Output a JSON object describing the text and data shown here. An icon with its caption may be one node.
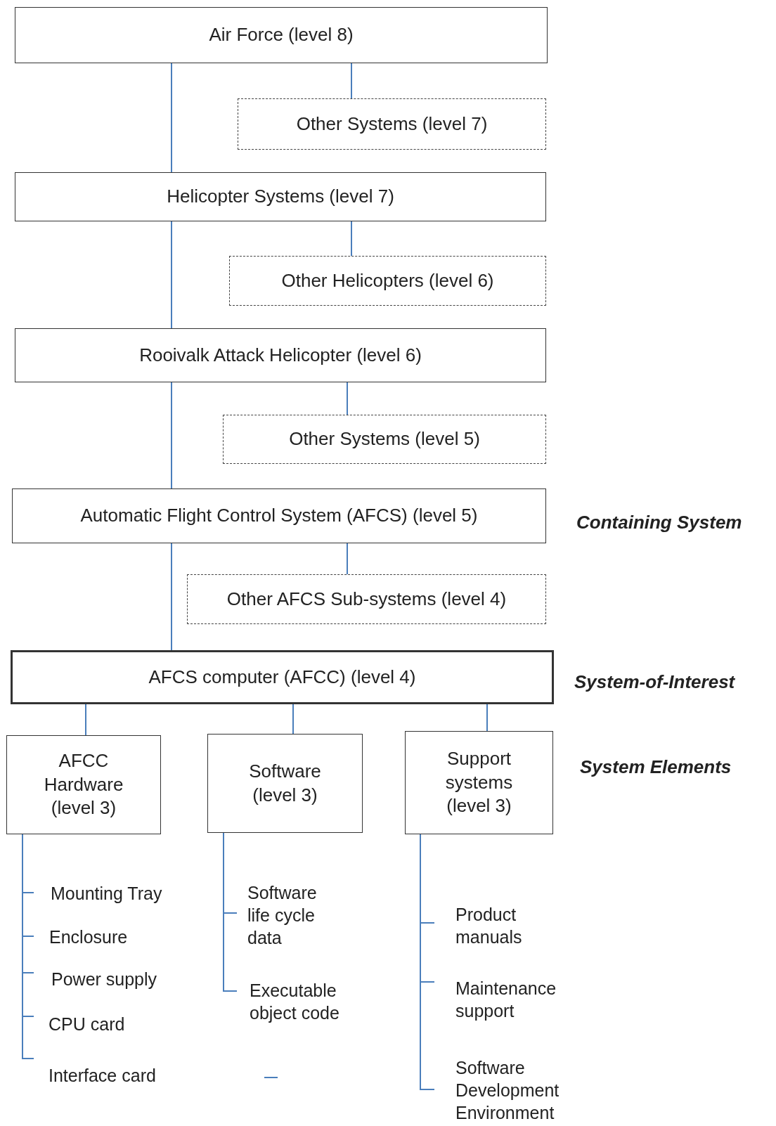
{
  "diagram": {
    "nodes": [
      {
        "text": [
          "Air Force (level 8)"
        ]
      },
      {
        "text": [
          "Other Systems (level 7)"
        ]
      },
      {
        "text": [
          "Helicopter Systems (level 7)"
        ]
      },
      {
        "text": [
          "Other Helicopters (level 6)"
        ]
      },
      {
        "text": [
          "Rooivalk Attack Helicopter (level 6)"
        ]
      },
      {
        "text": [
          "Other Systems (level 5)"
        ]
      },
      {
        "text": [
          "Automatic Flight Control System (AFCS) (level 5)"
        ]
      },
      {
        "text": [
          "Other AFCS Sub-systems (level 4)"
        ]
      },
      {
        "text": [
          "AFCS computer (AFCC) (level 4)"
        ]
      },
      {
        "text": [
          "AFCC Hardware (level 3)"
        ]
      },
      {
        "text": [
          "Software (level 3)"
        ]
      },
      {
        "text": [
          "Support systems (level 3)"
        ]
      },
      {
        "text": [
          "Mounting Tray"
        ]
      },
      {
        "text": [
          "Enclosure"
        ]
      },
      {
        "text": [
          "Power supply"
        ]
      },
      {
        "text": [
          "CPU card"
        ]
      },
      {
        "text": [
          "Interface card"
        ]
      },
      {
        "text": [
          "Software life cycle data"
        ]
      },
      {
        "text": [
          "Executable object code"
        ]
      },
      {
        "text": [
          "Product manuals"
        ]
      },
      {
        "text": [
          "Maintenance support"
        ]
      },
      {
        "text": [
          "Software Development Environment"
        ]
      }
    ],
    "edges": [
      {
        "from": 0,
        "to": 2,
        "arrow": "none"
      },
      {
        "from": 0,
        "to": 1,
        "arrow": "none"
      },
      {
        "from": 2,
        "to": 4,
        "arrow": "none"
      },
      {
        "from": 2,
        "to": 3,
        "arrow": "none"
      },
      {
        "from": 4,
        "to": 6,
        "arrow": "none"
      },
      {
        "from": 4,
        "to": 5,
        "arrow": "none"
      },
      {
        "from": 6,
        "to": 8,
        "arrow": "none"
      },
      {
        "from": 6,
        "to": 7,
        "arrow": "none"
      },
      {
        "from": 8,
        "to": 9,
        "arrow": "none"
      },
      {
        "from": 8,
        "to": 10,
        "arrow": "none"
      },
      {
        "from": 8,
        "to": 11,
        "arrow": "none"
      },
      {
        "from": 9,
        "to": 12,
        "arrow": "none"
      },
      {
        "from": 9,
        "to": 13,
        "arrow": "none"
      },
      {
        "from": 9,
        "to": 14,
        "arrow": "none"
      },
      {
        "from": 9,
        "to": 15,
        "arrow": "none"
      },
      {
        "from": 9,
        "to": 16,
        "arrow": "none"
      },
      {
        "from": 10,
        "to": 17,
        "arrow": "none"
      },
      {
        "from": 10,
        "to": 18,
        "arrow": "none"
      },
      {
        "from": 11,
        "to": 19,
        "arrow": "none"
      },
      {
        "from": 11,
        "to": 20,
        "arrow": "none"
      },
      {
        "from": 11,
        "to": 21,
        "arrow": "none"
      }
    ],
    "labels": [
      "Containing System",
      "System-of-Interest",
      "System Elements"
    ]
  }
}
